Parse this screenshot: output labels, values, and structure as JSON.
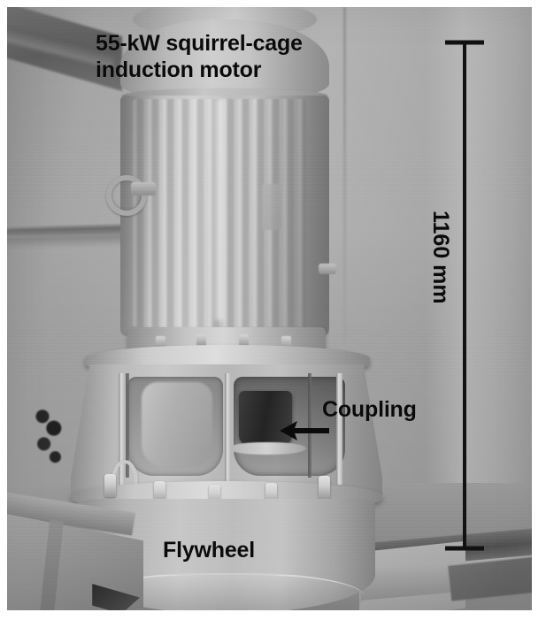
{
  "figure": {
    "kind": "annotated-photograph",
    "subject": "Vertically mounted squirrel-cage induction motor coupled to a flywheel"
  },
  "annotations": {
    "motor_label": "55-kW squirrel-cage\ninduction motor",
    "coupling_label": "Coupling",
    "flywheel_label": "Flywheel",
    "dimension_label": "1160 mm"
  },
  "colors": {
    "annotation_text": "#0a0a0a",
    "dimension_line": "#111111",
    "photo_border": "#ffffff",
    "photo_base": "#a9a9a9"
  },
  "icons": {
    "coupling_pointer": "left-arrow-icon",
    "dimension": "vertical-dimension-line-icon"
  }
}
